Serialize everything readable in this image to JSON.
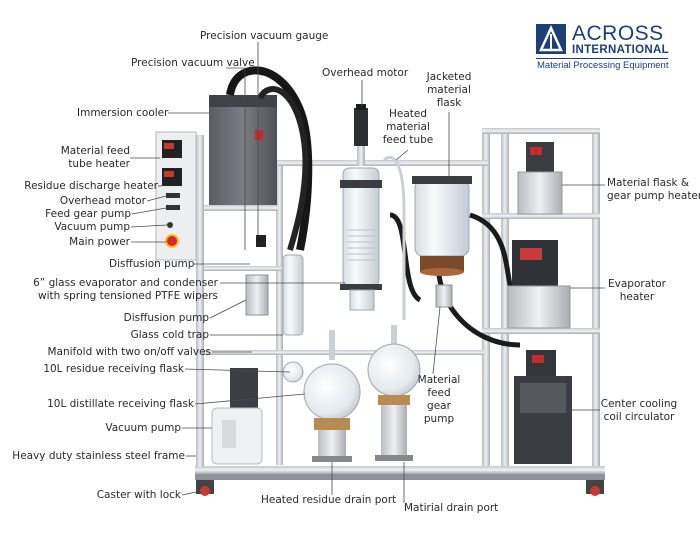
{
  "brand": {
    "name_line1": "ACROSS",
    "name_line2": "INTERNATIONAL",
    "tagline": "Material Processing Equipment",
    "color": "#1c3f78"
  },
  "labels": {
    "precision_vacuum_gauge": "Precision vacuum gauge",
    "precision_vacuum_valve": "Precision vacuum valve",
    "overhead_motor_top": "Overhead motor",
    "jacketed_flask_1": "Jacketed",
    "jacketed_flask_2": "material",
    "jacketed_flask_3": "flask",
    "immersion_cooler": "Immersion cooler",
    "heated_feed_tube_1": "Heated",
    "heated_feed_tube_2": "material",
    "heated_feed_tube_3": "feed tube",
    "feed_tube_heater_1": "Material feed",
    "feed_tube_heater_2": "tube heater",
    "residue_discharge_heater": "Residue discharge heater",
    "overhead_motor_left": "Overhead motor",
    "feed_gear_pump": "Feed gear pump",
    "vacuum_pump_ctrl": "Vacuum pump",
    "main_power": "Main power",
    "diffusion_pump_top": "Disffusion pump",
    "evaporator_1": "6” glass evaporator and condenser",
    "evaporator_2": "with spring tensioned PTFE wipers",
    "diffusion_pump_mid": "Disffusion pump",
    "glass_cold_trap": "Glass cold trap",
    "manifold": "Manifold with two on/off valves",
    "residue_flask": "10L residue receiving flask",
    "distillate_flask": "10L distillate receiving flask",
    "vacuum_pump": "Vacuum pump",
    "steel_frame": "Heavy duty stainless steel frame",
    "caster": "Caster with lock",
    "heated_residue_drain": "Heated residue drain port",
    "material_drain": "Matirial drain port",
    "material_feed_gear_1": "Material",
    "material_feed_gear_2": "feed",
    "material_feed_gear_3": "gear",
    "material_feed_gear_4": "pump",
    "flask_gear_heater_1": "Material flask &",
    "flask_gear_heater_2": "gear pump heater",
    "evaporator_heater_1": "Evaporator",
    "evaporator_heater_2": "heater",
    "center_cooling_1": "Center cooling",
    "center_cooling_2": "coil circulator"
  }
}
